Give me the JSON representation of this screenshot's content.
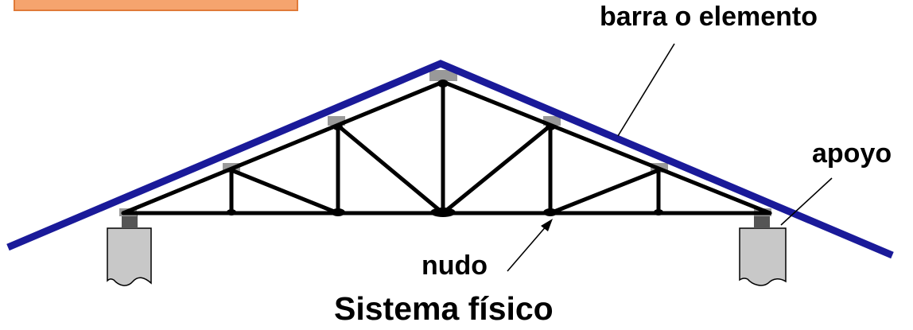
{
  "labels": {
    "barra": "barra o elemento",
    "apoyo": "apoyo",
    "nudo": "nudo",
    "title": "Sistema físico"
  },
  "colors": {
    "rafter": "#1a1a99",
    "truss": "#000000",
    "gusset": "#999999",
    "support_fill": "#c8c8c8",
    "support_stroke": "#000000",
    "header_box": "#f5a46e",
    "header_box_border": "#e07a38"
  }
}
